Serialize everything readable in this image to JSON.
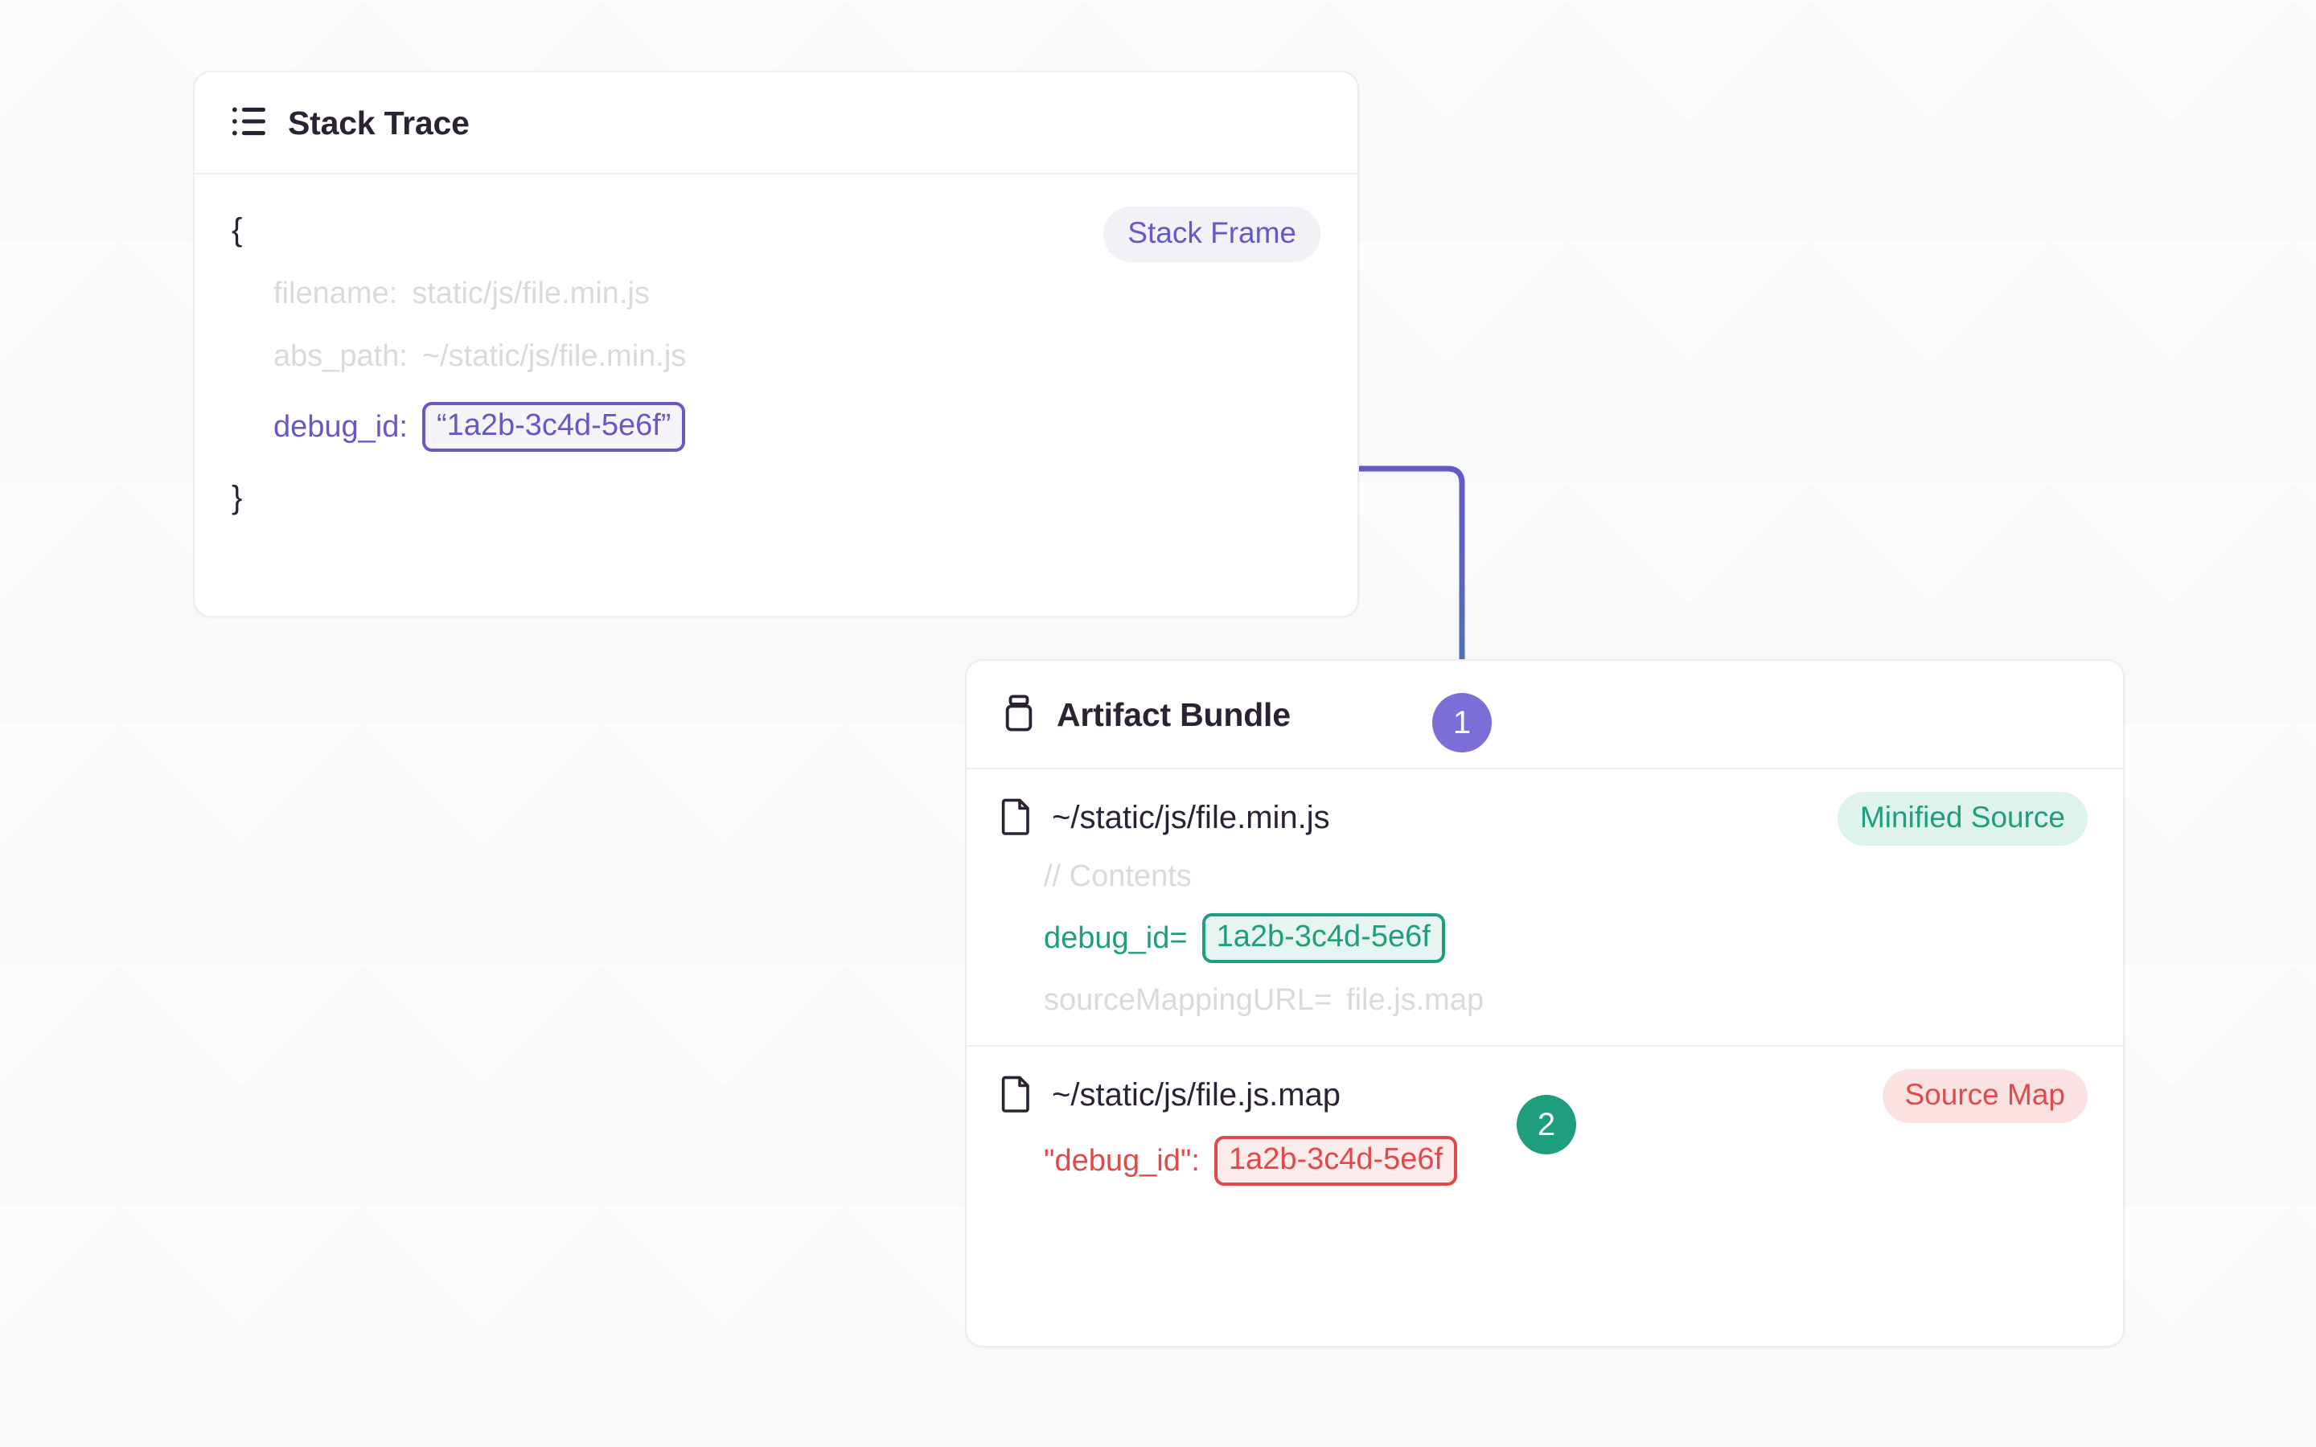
{
  "colors": {
    "background": "#f8f9fb",
    "card_bg": "#ffffff",
    "card_border": "#ecedf1",
    "purple": "#6559c6",
    "purple_marker": "#7b6ed6",
    "teal": "#1f9e7e",
    "red": "#e2494a",
    "muted_text": "#d9dade",
    "heading_text": "#2b2233"
  },
  "stack_trace": {
    "icon": "list-icon",
    "title": "Stack Trace",
    "badge": "Stack Frame",
    "open_brace": "{",
    "close_brace": "}",
    "fields": [
      {
        "key": "filename:",
        "value": "static/js/file.min.js",
        "state": "muted"
      },
      {
        "key": "abs_path:",
        "value": "~/static/js/file.min.js",
        "state": "muted"
      },
      {
        "key": "debug_id:",
        "value": "“1a2b-3c4d-5e6f”",
        "state": "highlight-purple"
      }
    ]
  },
  "artifact_bundle": {
    "icon": "bundle-icon",
    "title": "Artifact Bundle",
    "files": [
      {
        "icon": "file-icon",
        "name": "~/static/js/file.min.js",
        "badge": "Minified Source",
        "badge_style": "teal",
        "lines": [
          {
            "text": "// Contents",
            "state": "muted"
          },
          {
            "key": "debug_id=",
            "value": "1a2b-3c4d-5e6f",
            "state": "highlight-teal"
          },
          {
            "key": "sourceMappingURL=",
            "value": "file.js.map",
            "state": "muted"
          }
        ]
      },
      {
        "icon": "file-icon",
        "name": "~/static/js/file.js.map",
        "badge": "Source Map",
        "badge_style": "red",
        "lines": [
          {
            "key": "\"debug_id\":",
            "value": "1a2b-3c4d-5e6f",
            "state": "highlight-red"
          }
        ]
      }
    ]
  },
  "connectors": [
    {
      "id": "connector-1",
      "from": "stack-trace-debug-id",
      "to": "minified-source-debug-id",
      "marker_label": "1",
      "marker_color": "#7b6ed6",
      "gradient_from": "#6559c6",
      "gradient_to": "#1f9e7e"
    },
    {
      "id": "connector-2",
      "from": "minified-source-debug-id",
      "to": "source-map-debug-id",
      "marker_label": "2",
      "marker_color": "#1f9e7e",
      "gradient_from": "#1f9e7e",
      "gradient_to": "#e2494a"
    }
  ]
}
